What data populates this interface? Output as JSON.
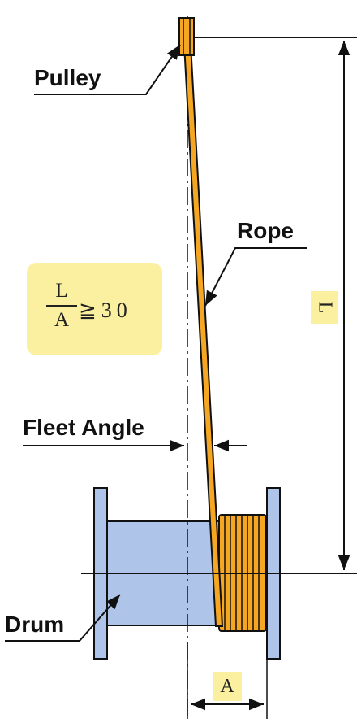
{
  "labels": {
    "pulley": "Pulley",
    "rope": "Rope",
    "fleet_angle": "Fleet Angle",
    "drum": "Drum"
  },
  "dimensions": {
    "L": "L",
    "A": "A"
  },
  "formula": {
    "numerator": "L",
    "denominator": "A",
    "relation": "≧30"
  },
  "colors": {
    "drum_fill": "#aec4e8",
    "coil_fill": "#f5a623",
    "highlight": "#fbf0a0",
    "line": "#111111"
  }
}
